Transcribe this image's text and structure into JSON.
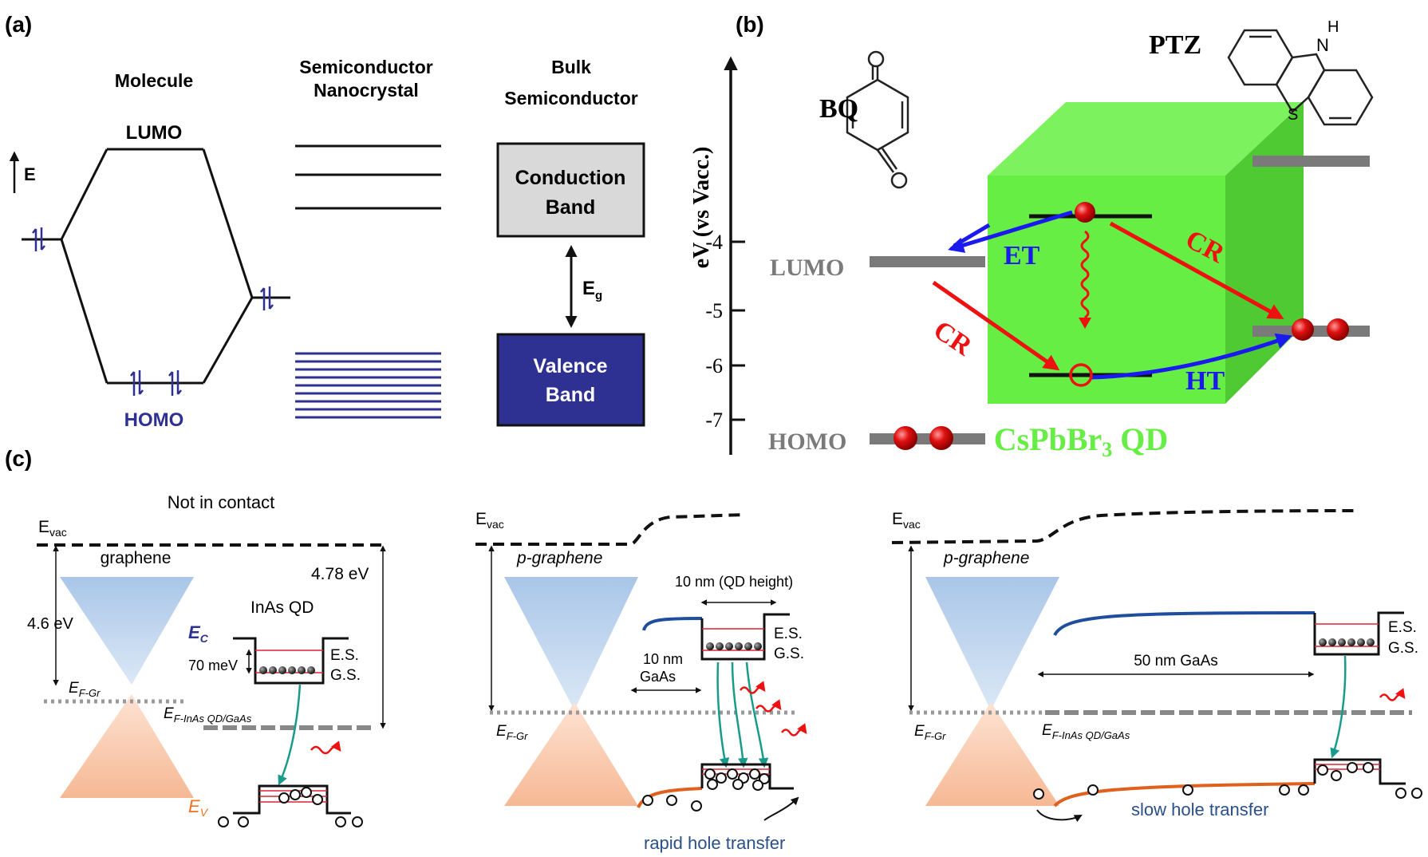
{
  "panel_a": {
    "label": "(a)",
    "energy_axis": "E",
    "molecule": {
      "title": "Molecule",
      "lumo": "LUMO",
      "homo": "HOMO"
    },
    "nanocrystal": {
      "title_line1": "Semiconductor",
      "title_line2": "Nanocrystal"
    },
    "bulk": {
      "title_line1": "Bulk",
      "title_line2": "Semiconductor",
      "cb_line1": "Conduction",
      "cb_line2": "Band",
      "vb_line1": "Valence",
      "vb_line2": "Band",
      "gap_main": "E",
      "gap_sub": "g"
    }
  },
  "panel_b": {
    "label": "(b)",
    "axis_label": "eV (vs Vacc.)",
    "ticks": [
      "-4",
      "-5",
      "-6",
      "-7"
    ],
    "bq": "BQ",
    "ptz": "PTZ",
    "lumo": "LUMO",
    "homo": "HOMO",
    "et": "ET",
    "ht": "HT",
    "cr": "CR",
    "qd_main": "CsPbBr",
    "qd_sub": "3",
    "qd_suffix": " QD",
    "atom_o": "O",
    "atom_s": "S",
    "atom_n": "N",
    "atom_h": "H"
  },
  "panel_c": {
    "label": "(c)",
    "evac_main": "E",
    "evac_sub": "vac",
    "left": {
      "heading": "Not in contact",
      "graphene": "graphene",
      "ev_46": "4.6 eV",
      "ev_478": "4.78 eV",
      "inas": "InAs QD",
      "ec_main": "E",
      "ec_sub": "C",
      "ev_main": "E",
      "ev_sub": "V",
      "mev": "70 meV",
      "es": "E.S.",
      "gs": "G.S.",
      "efgr_main": "E",
      "efgr_sub": "F-Gr",
      "efqd_main": "E",
      "efqd_sub": "F-InAs QD/GaAs"
    },
    "middle": {
      "graphene": "p-graphene",
      "qd_height": "10 nm (QD height)",
      "es": "E.S.",
      "gs": "G.S.",
      "gaas_line1": "10 nm",
      "gaas_line2": "GaAs",
      "efgr_main": "E",
      "efgr_sub": "F-Gr",
      "caption": "rapid hole transfer"
    },
    "right": {
      "graphene": "p-graphene",
      "es": "E.S.",
      "gs": "G.S.",
      "gaas": "50 nm GaAs",
      "efgr_main": "E",
      "efgr_sub": "F-Gr",
      "efqd_main": "E",
      "efqd_sub": "F-InAs QD/GaAs",
      "caption": "slow hole transfer"
    }
  },
  "colors": {
    "band_blue": "#2e3192",
    "qd_green": "#66ee44",
    "red_arrow": "#ee1111",
    "blue_arrow": "#1a1aee",
    "graphene_blue": "#a9c6e8",
    "graphene_orange": "#f6b894",
    "grey_level": "#7a7a7a"
  }
}
